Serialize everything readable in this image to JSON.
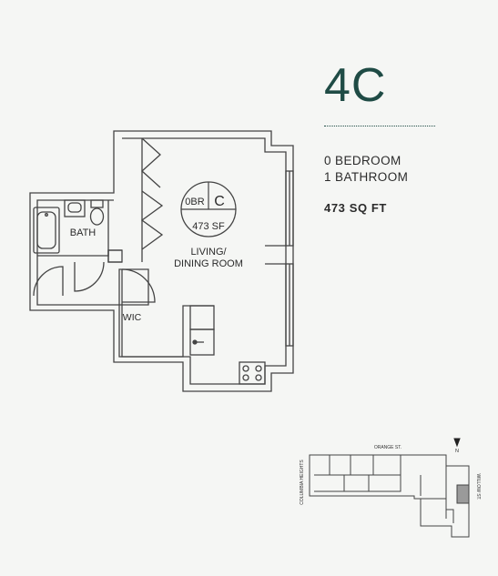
{
  "unit": {
    "name": "4C",
    "bedrooms": "0 BEDROOM",
    "bathrooms": "1 BATHROOM",
    "area": "473 SQ FT"
  },
  "plan": {
    "badge_bedrooms": "0BR",
    "badge_type": "C",
    "badge_area": "473 SF",
    "room_living_line1": "LIVING/",
    "room_living_line2": "DINING ROOM",
    "room_bath": "BATH",
    "room_wic": "WIC"
  },
  "keymap": {
    "north": "N",
    "street_top": "ORANGE ST.",
    "street_left": "COLUMBIA HEIGHTS",
    "street_right": "WILLOW ST."
  },
  "colors": {
    "accent": "#1f4b45",
    "wall": "#444444",
    "highlight": "#9a9a9a"
  }
}
